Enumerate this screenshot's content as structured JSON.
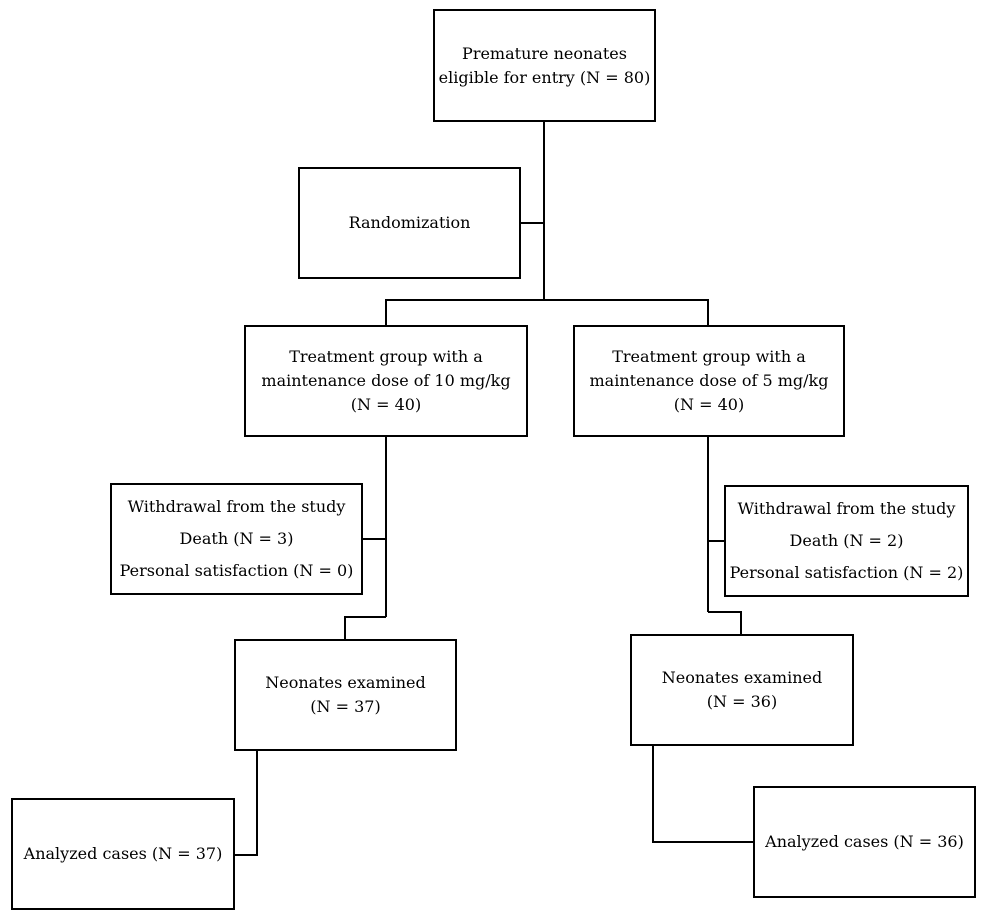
{
  "entry": {
    "line1": "Premature neonates",
    "line2": "eligible for entry (N = 80)"
  },
  "randomization": {
    "label": "Randomization"
  },
  "group_a": {
    "line1": "Treatment group with a",
    "line2": "maintenance dose of 10 mg/kg",
    "line3": "(N = 40)",
    "withdrawal": {
      "title": "Withdrawal from the study",
      "death": "Death (N = 3)",
      "personal": "Personal satisfaction (N = 0)"
    },
    "examined": {
      "line1": "Neonates examined",
      "line2": "(N = 37)"
    },
    "analyzed": "Analyzed cases (N = 37)"
  },
  "group_b": {
    "line1": "Treatment group with a",
    "line2": "maintenance dose of 5 mg/kg",
    "line3": "(N = 40)",
    "withdrawal": {
      "title": "Withdrawal from the study",
      "death": "Death (N = 2)",
      "personal": "Personal satisfaction (N = 2)"
    },
    "examined": {
      "line1": "Neonates examined",
      "line2": "(N = 36)"
    },
    "analyzed": "Analyzed cases (N = 36)"
  }
}
